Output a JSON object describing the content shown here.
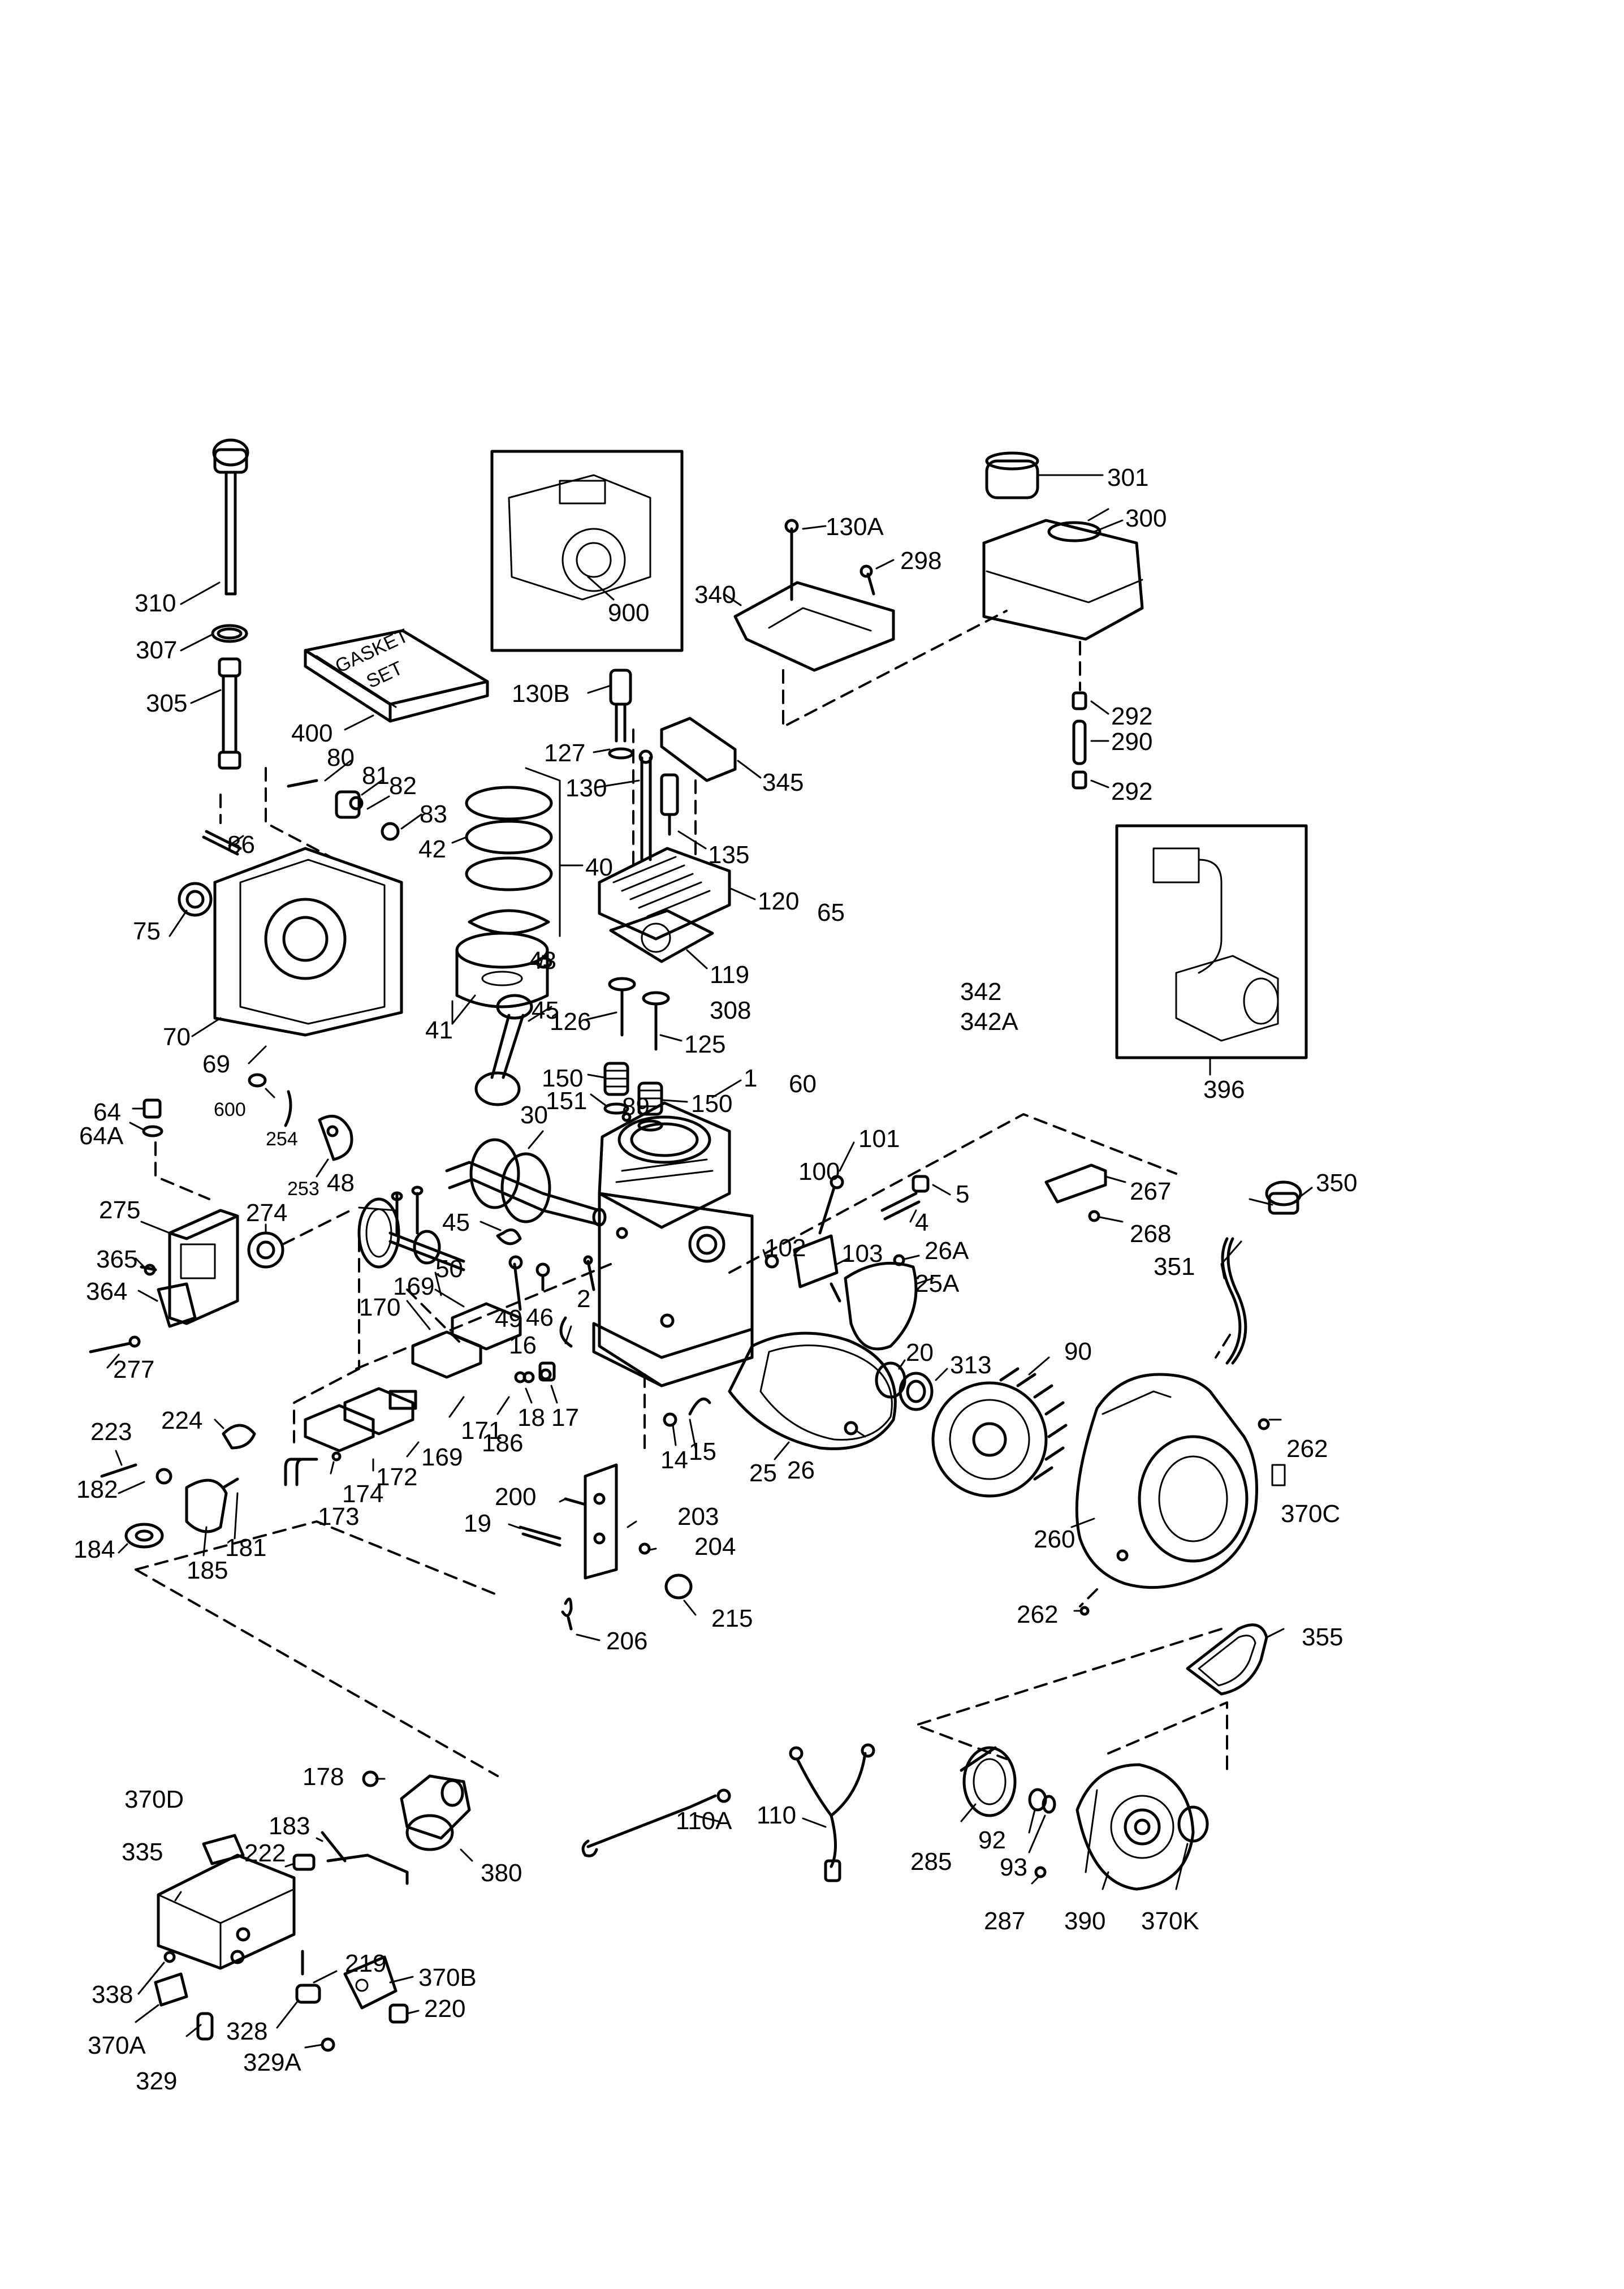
{
  "figure": {
    "gasket_set_text": [
      "GASKET",
      "SET"
    ]
  },
  "callouts": {
    "c310": "310",
    "c307": "307",
    "c305": "305",
    "c400": "400",
    "c80": "80",
    "c81": "81",
    "c82": "82",
    "c83": "83",
    "c86": "86",
    "c75": "75",
    "c70": "70",
    "c69": "69",
    "c42": "42",
    "c40": "40",
    "c43": "43",
    "c41": "41",
    "c900": "900",
    "c130A": "130A",
    "c298": "298",
    "c340": "340",
    "c301": "301",
    "c300": "300",
    "c292a": "292",
    "c290": "290",
    "c292b": "292",
    "c130B": "130B",
    "c127": "127",
    "c130": "130",
    "c345": "345",
    "c135": "135",
    "c120": "120",
    "c119": "119",
    "c65": "65",
    "c308": "308",
    "c342": "342",
    "c342A": "342A",
    "c60": "60",
    "c126": "126",
    "c125": "125",
    "c45a": "45",
    "c150a": "150",
    "c151": "151",
    "c150b": "150",
    "c30": "30",
    "c89": "89",
    "c1": "1",
    "c396": "396",
    "c64": "64",
    "c64A": "64A",
    "c600": "600",
    "c254": "254",
    "c253": "253",
    "c48": "48",
    "c275": "275",
    "c274": "274",
    "c365": "365",
    "c364": "364",
    "c277": "277",
    "c45b": "45",
    "c50": "50",
    "c49": "49",
    "c46": "46",
    "c2": "2",
    "c16": "16",
    "c101": "101",
    "c100": "100",
    "c102": "102",
    "c103": "103",
    "c5": "5",
    "c4": "4",
    "c26A": "26A",
    "c25A": "25A",
    "c267": "267",
    "c268": "268",
    "c350": "350",
    "c351": "351",
    "c169a": "169",
    "c170": "170",
    "c171": "171",
    "c169b": "169",
    "c172": "172",
    "c174": "174",
    "c173": "173",
    "c186": "186",
    "c18": "18",
    "c17": "17",
    "c14": "14",
    "c15": "15",
    "c25": "25",
    "c26": "26",
    "c20": "20",
    "c313": "313",
    "c90": "90",
    "c262a": "262",
    "c370C": "370C",
    "c260": "260",
    "c262b": "262",
    "c355": "355",
    "c223": "223",
    "c224": "224",
    "c182": "182",
    "c181": "181",
    "c184": "184",
    "c185": "185",
    "c200": "200",
    "c19": "19",
    "c203": "203",
    "c204": "204",
    "c215": "215",
    "c206": "206",
    "c370D": "370D",
    "c178": "178",
    "c183": "183",
    "c222": "222",
    "c335": "335",
    "c380": "380",
    "c338": "338",
    "c219": "219",
    "c370B": "370B",
    "c220": "220",
    "c328": "328",
    "c370A": "370A",
    "c329": "329",
    "c329A": "329A",
    "c110A": "110A",
    "c110": "110",
    "c285": "285",
    "c92": "92",
    "c93": "93",
    "c287": "287",
    "c390": "390",
    "c370K": "370K"
  }
}
